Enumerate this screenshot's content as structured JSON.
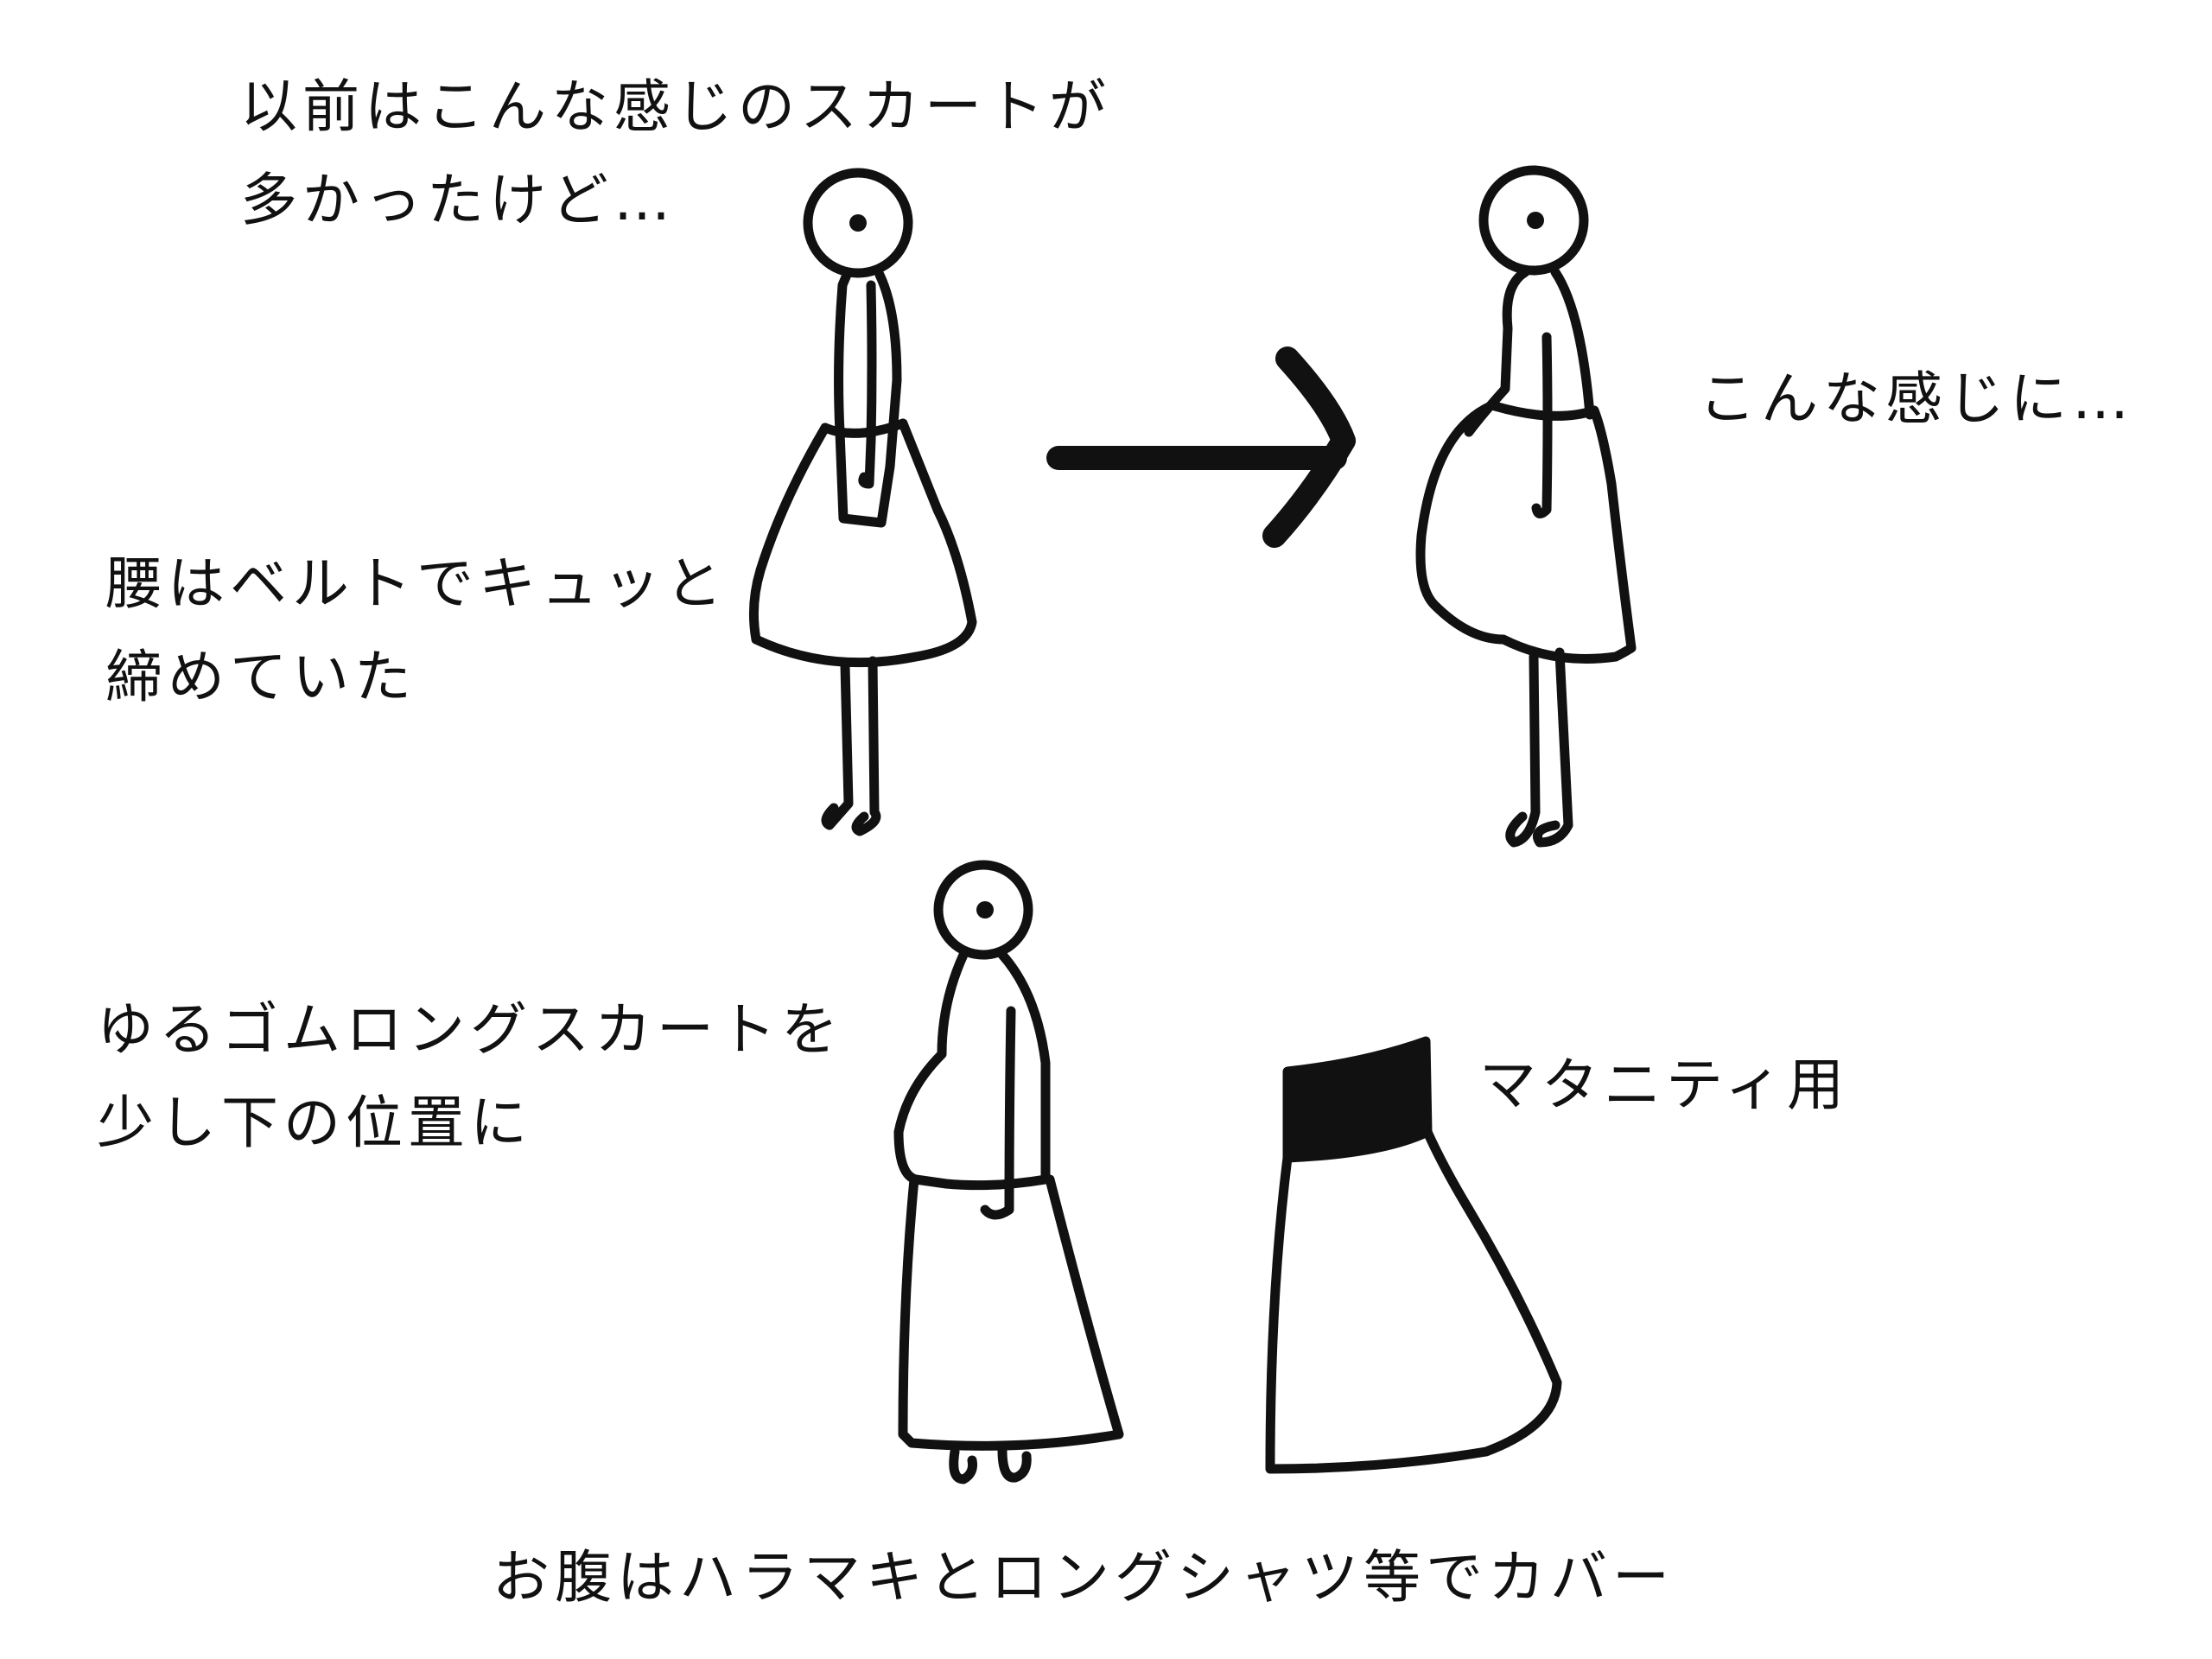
{
  "captions": {
    "before_line1": "以前はこんな感じのスカートが",
    "before_line2": "多かったけど…",
    "waist_line1": "腰はベルトでキュッと",
    "waist_line2": "締めていた",
    "now": "こんな感じに…",
    "gom_line1": "ゆるゴムロングスカートを",
    "gom_line2": "少し下の位置に",
    "maternity": "マタニティ用",
    "bottom": "お腹はハラマキとロングシャツ等でカバー"
  },
  "colors": {
    "ink": "#111111",
    "background": "#ffffff"
  }
}
